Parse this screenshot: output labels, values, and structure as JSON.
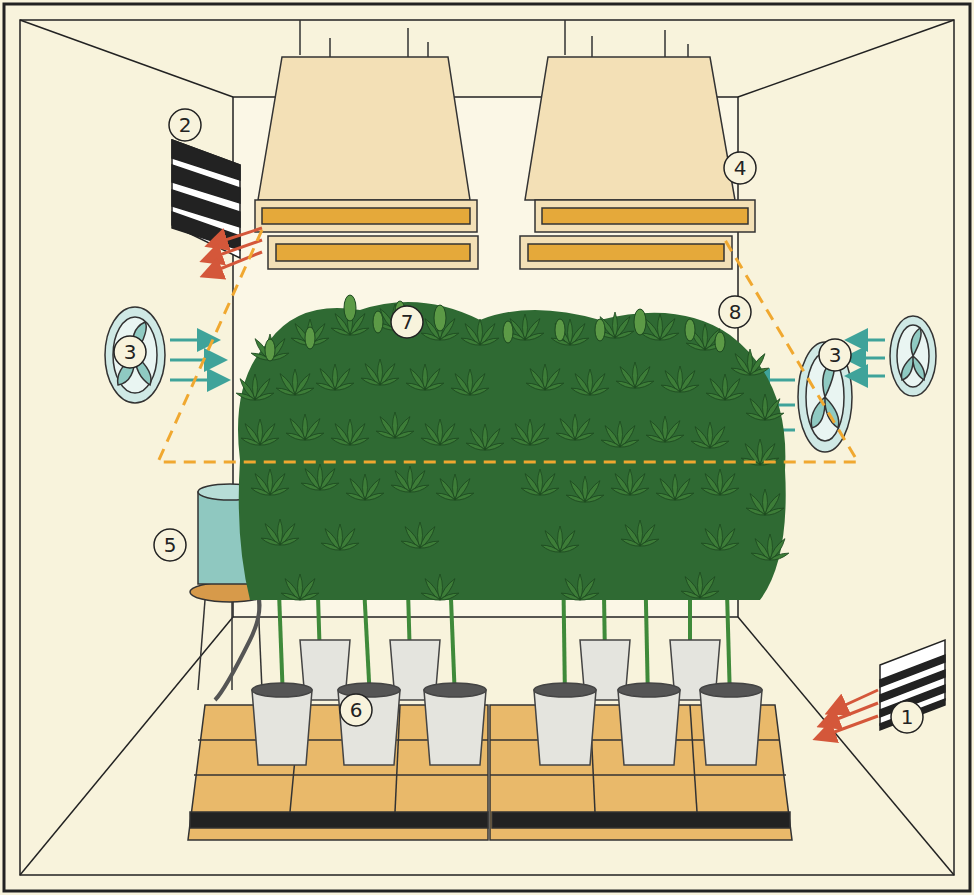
{
  "diagram": {
    "labels": [
      "2",
      "4",
      "7",
      "8",
      "3",
      "3",
      "5",
      "1",
      "6"
    ]
  }
}
